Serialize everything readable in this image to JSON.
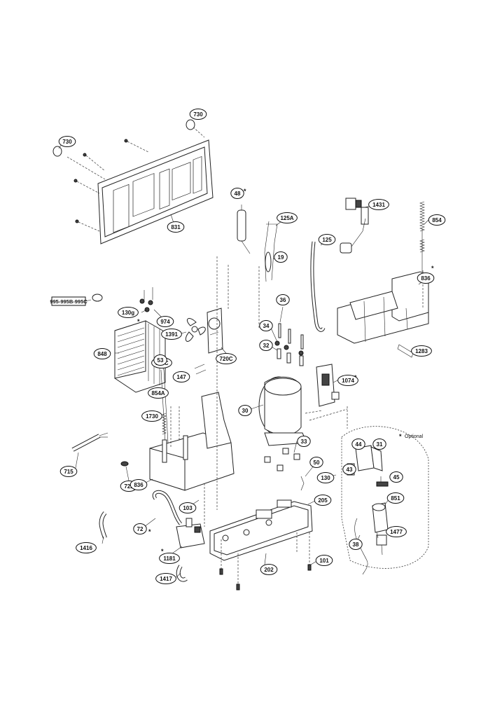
{
  "callouts": [
    {
      "id": "c730a",
      "label": "730"
    },
    {
      "id": "c730b",
      "label": "730"
    },
    {
      "id": "c831",
      "label": "831"
    },
    {
      "id": "c48",
      "label": "48"
    },
    {
      "id": "c125A",
      "label": "125A"
    },
    {
      "id": "c19",
      "label": "19"
    },
    {
      "id": "c125",
      "label": "125"
    },
    {
      "id": "c1431",
      "label": "1431"
    },
    {
      "id": "c854",
      "label": "854"
    },
    {
      "id": "c836a",
      "label": "836"
    },
    {
      "id": "c130g",
      "label": "130g"
    },
    {
      "id": "c974",
      "label": "974"
    },
    {
      "id": "c1391",
      "label": "1391"
    },
    {
      "id": "c720C",
      "label": "720C"
    },
    {
      "id": "c720c",
      "label": "720C"
    },
    {
      "id": "c147",
      "label": "147"
    },
    {
      "id": "c848",
      "label": "848"
    },
    {
      "id": "c53",
      "label": "53"
    },
    {
      "id": "c854A",
      "label": "854A"
    },
    {
      "id": "c1730",
      "label": "1730"
    },
    {
      "id": "c36",
      "label": "36"
    },
    {
      "id": "c34",
      "label": "34"
    },
    {
      "id": "c32",
      "label": "32"
    },
    {
      "id": "c30",
      "label": "30"
    },
    {
      "id": "c1074",
      "label": "1074"
    },
    {
      "id": "c1283",
      "label": "1283"
    },
    {
      "id": "c33",
      "label": "33"
    },
    {
      "id": "c44",
      "label": "44"
    },
    {
      "id": "c31",
      "label": "31"
    },
    {
      "id": "c43",
      "label": "43"
    },
    {
      "id": "c45",
      "label": "45"
    },
    {
      "id": "c50",
      "label": "50"
    },
    {
      "id": "c130",
      "label": "130"
    },
    {
      "id": "c715",
      "label": "715"
    },
    {
      "id": "c722",
      "label": "722"
    },
    {
      "id": "c836b",
      "label": "836"
    },
    {
      "id": "c103",
      "label": "103"
    },
    {
      "id": "c205",
      "label": "205"
    },
    {
      "id": "c851",
      "label": "851"
    },
    {
      "id": "c72",
      "label": "72"
    },
    {
      "id": "c1416",
      "label": "1416"
    },
    {
      "id": "c1181",
      "label": "1181"
    },
    {
      "id": "c202",
      "label": "202"
    },
    {
      "id": "c101",
      "label": "101"
    },
    {
      "id": "c1477",
      "label": "1477"
    },
    {
      "id": "c38",
      "label": "38"
    },
    {
      "id": "c1417",
      "label": "1417"
    }
  ],
  "kit_label": "995-995B-995C",
  "optional_label": "Optional",
  "asterisk": "*"
}
